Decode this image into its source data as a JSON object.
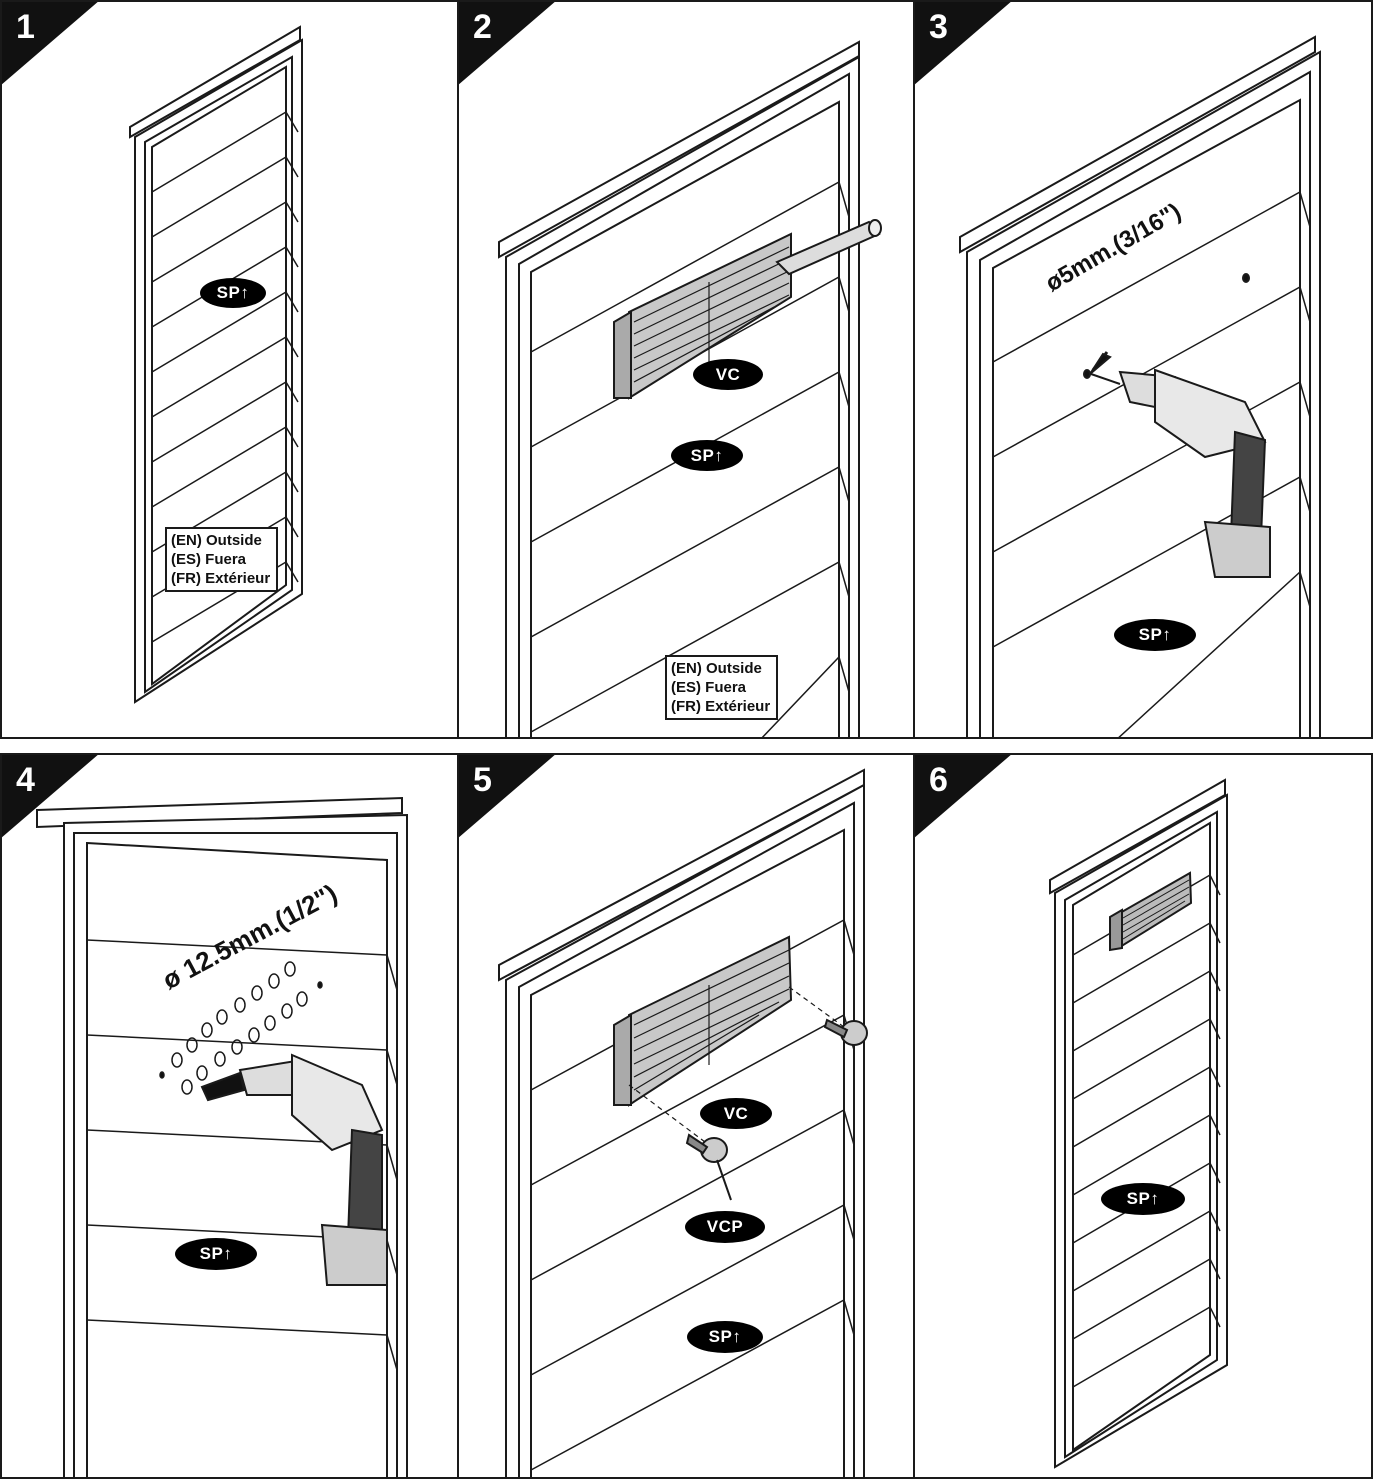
{
  "steps": [
    {
      "number": "1",
      "tag": "SP↑",
      "label": [
        "(EN) Outside",
        "(ES) Fuera",
        "(FR) Extérieur"
      ]
    },
    {
      "number": "2",
      "tags": [
        "VC",
        "SP↑"
      ],
      "label": [
        "(EN) Outside",
        "(ES) Fuera",
        "(FR) Extérieur"
      ]
    },
    {
      "number": "3",
      "dimension": "ø5mm.(3/16\")",
      "tag": "SP↑"
    },
    {
      "number": "4",
      "dimension": "ø 12.5mm.(1/2\")",
      "tag": "SP↑"
    },
    {
      "number": "5",
      "tags": [
        "VC",
        "VCP",
        "SP↑"
      ]
    },
    {
      "number": "6",
      "tag": "SP↑"
    }
  ]
}
